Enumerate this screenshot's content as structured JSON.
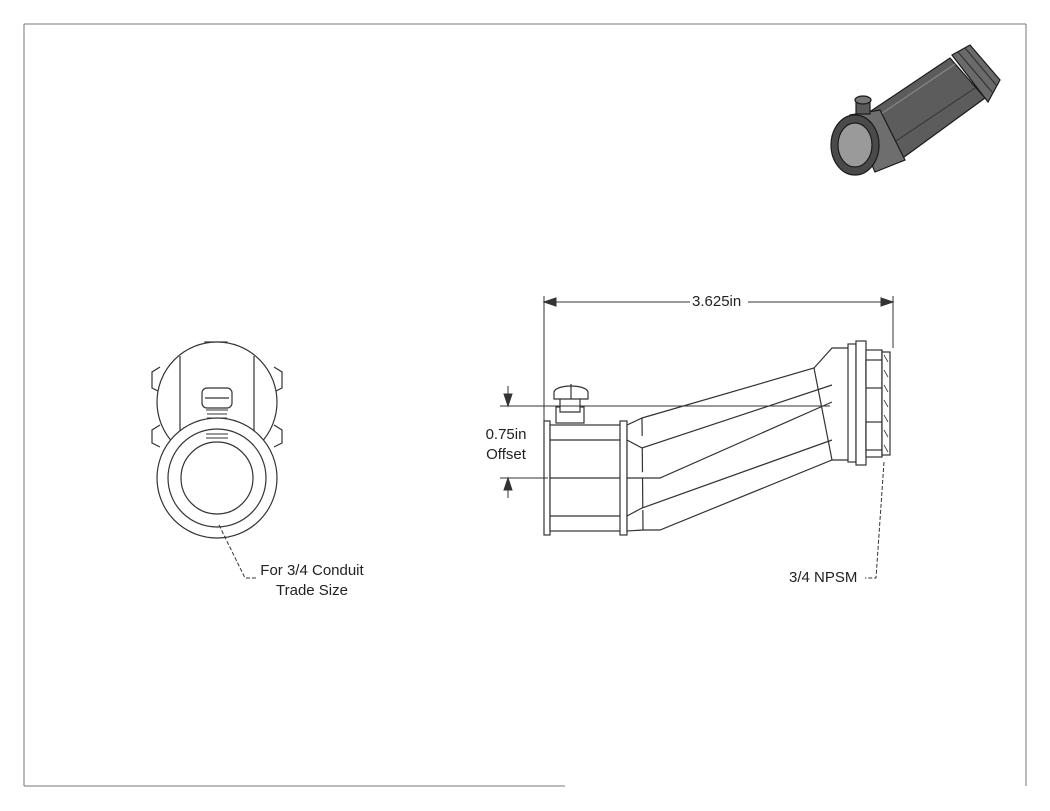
{
  "dimensions": {
    "length": "3.625in",
    "offset_line1": "0.75in",
    "offset_line2": "Offset"
  },
  "callouts": {
    "conduit_line1": "For 3/4 Conduit",
    "conduit_line2": "Trade Size",
    "thread": "3/4 NPSM"
  },
  "colors": {
    "line": "#333333",
    "frame": "#555555",
    "body_shade": "#4a4a4a"
  }
}
